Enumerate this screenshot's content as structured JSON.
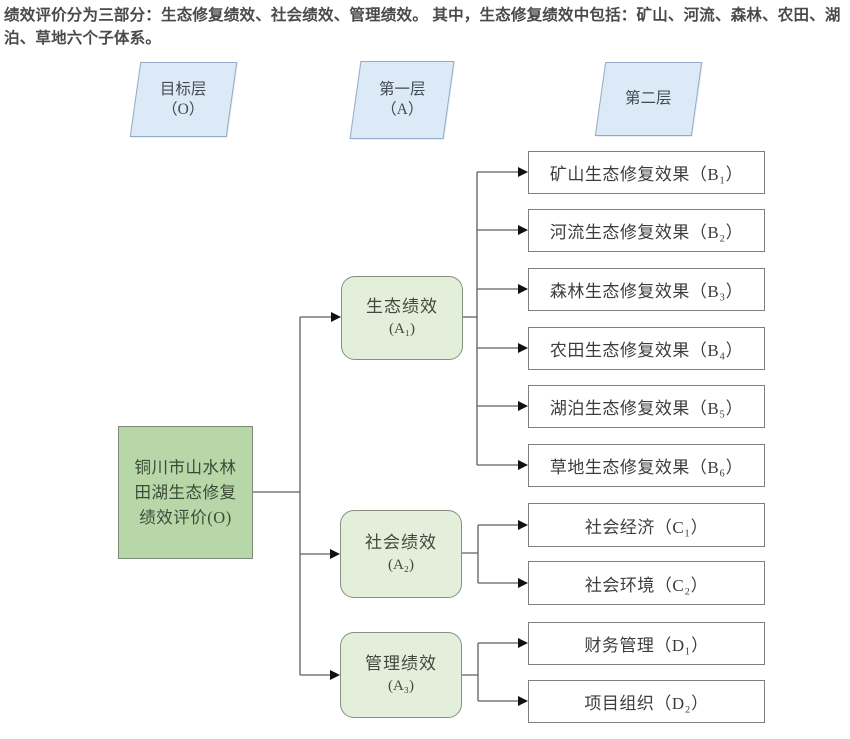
{
  "intro": "绩效评价分为三部分：生态修复绩效、社会绩效、管理绩效。 其中，生态修复绩效中包括：矿山、河流、森林、农田、湖泊、草地六个子体系。",
  "layers": [
    {
      "label": "目标层",
      "code": "（O）"
    },
    {
      "label": "第一层",
      "code": "（A）"
    },
    {
      "label": "第二层",
      "code": ""
    }
  ],
  "root": {
    "lines": [
      "铜川市山水林",
      "田湖生态修复",
      "绩效评价(O)"
    ]
  },
  "groups": [
    {
      "label": "生态绩效",
      "code": "(A₁)"
    },
    {
      "label": "社会绩效",
      "code": "(A₂)"
    },
    {
      "label": "管理绩效",
      "code": "(A₃)"
    }
  ],
  "nodes": {
    "b": [
      "矿山生态修复效果（B₁）",
      "河流生态修复效果（B₂）",
      "森林生态修复效果（B₃）",
      "农田生态修复效果（B₄）",
      "湖泊生态修复效果（B₅）",
      "草地生态修复效果（B₆）"
    ],
    "c": [
      "社会经济（C₁）",
      "社会环境（C₂）"
    ],
    "d": [
      "财务管理（D₁）",
      "项目组织（D₂）"
    ]
  },
  "colors": {
    "root_fill": "#b7d7a9",
    "group_fill": "#e4efdb",
    "layer_fill": "#dce9f6",
    "leaf_fill": "#ffffff",
    "line": "#5f5f5f",
    "arrow": "#111111",
    "border_gray": "#7f7f7f"
  }
}
